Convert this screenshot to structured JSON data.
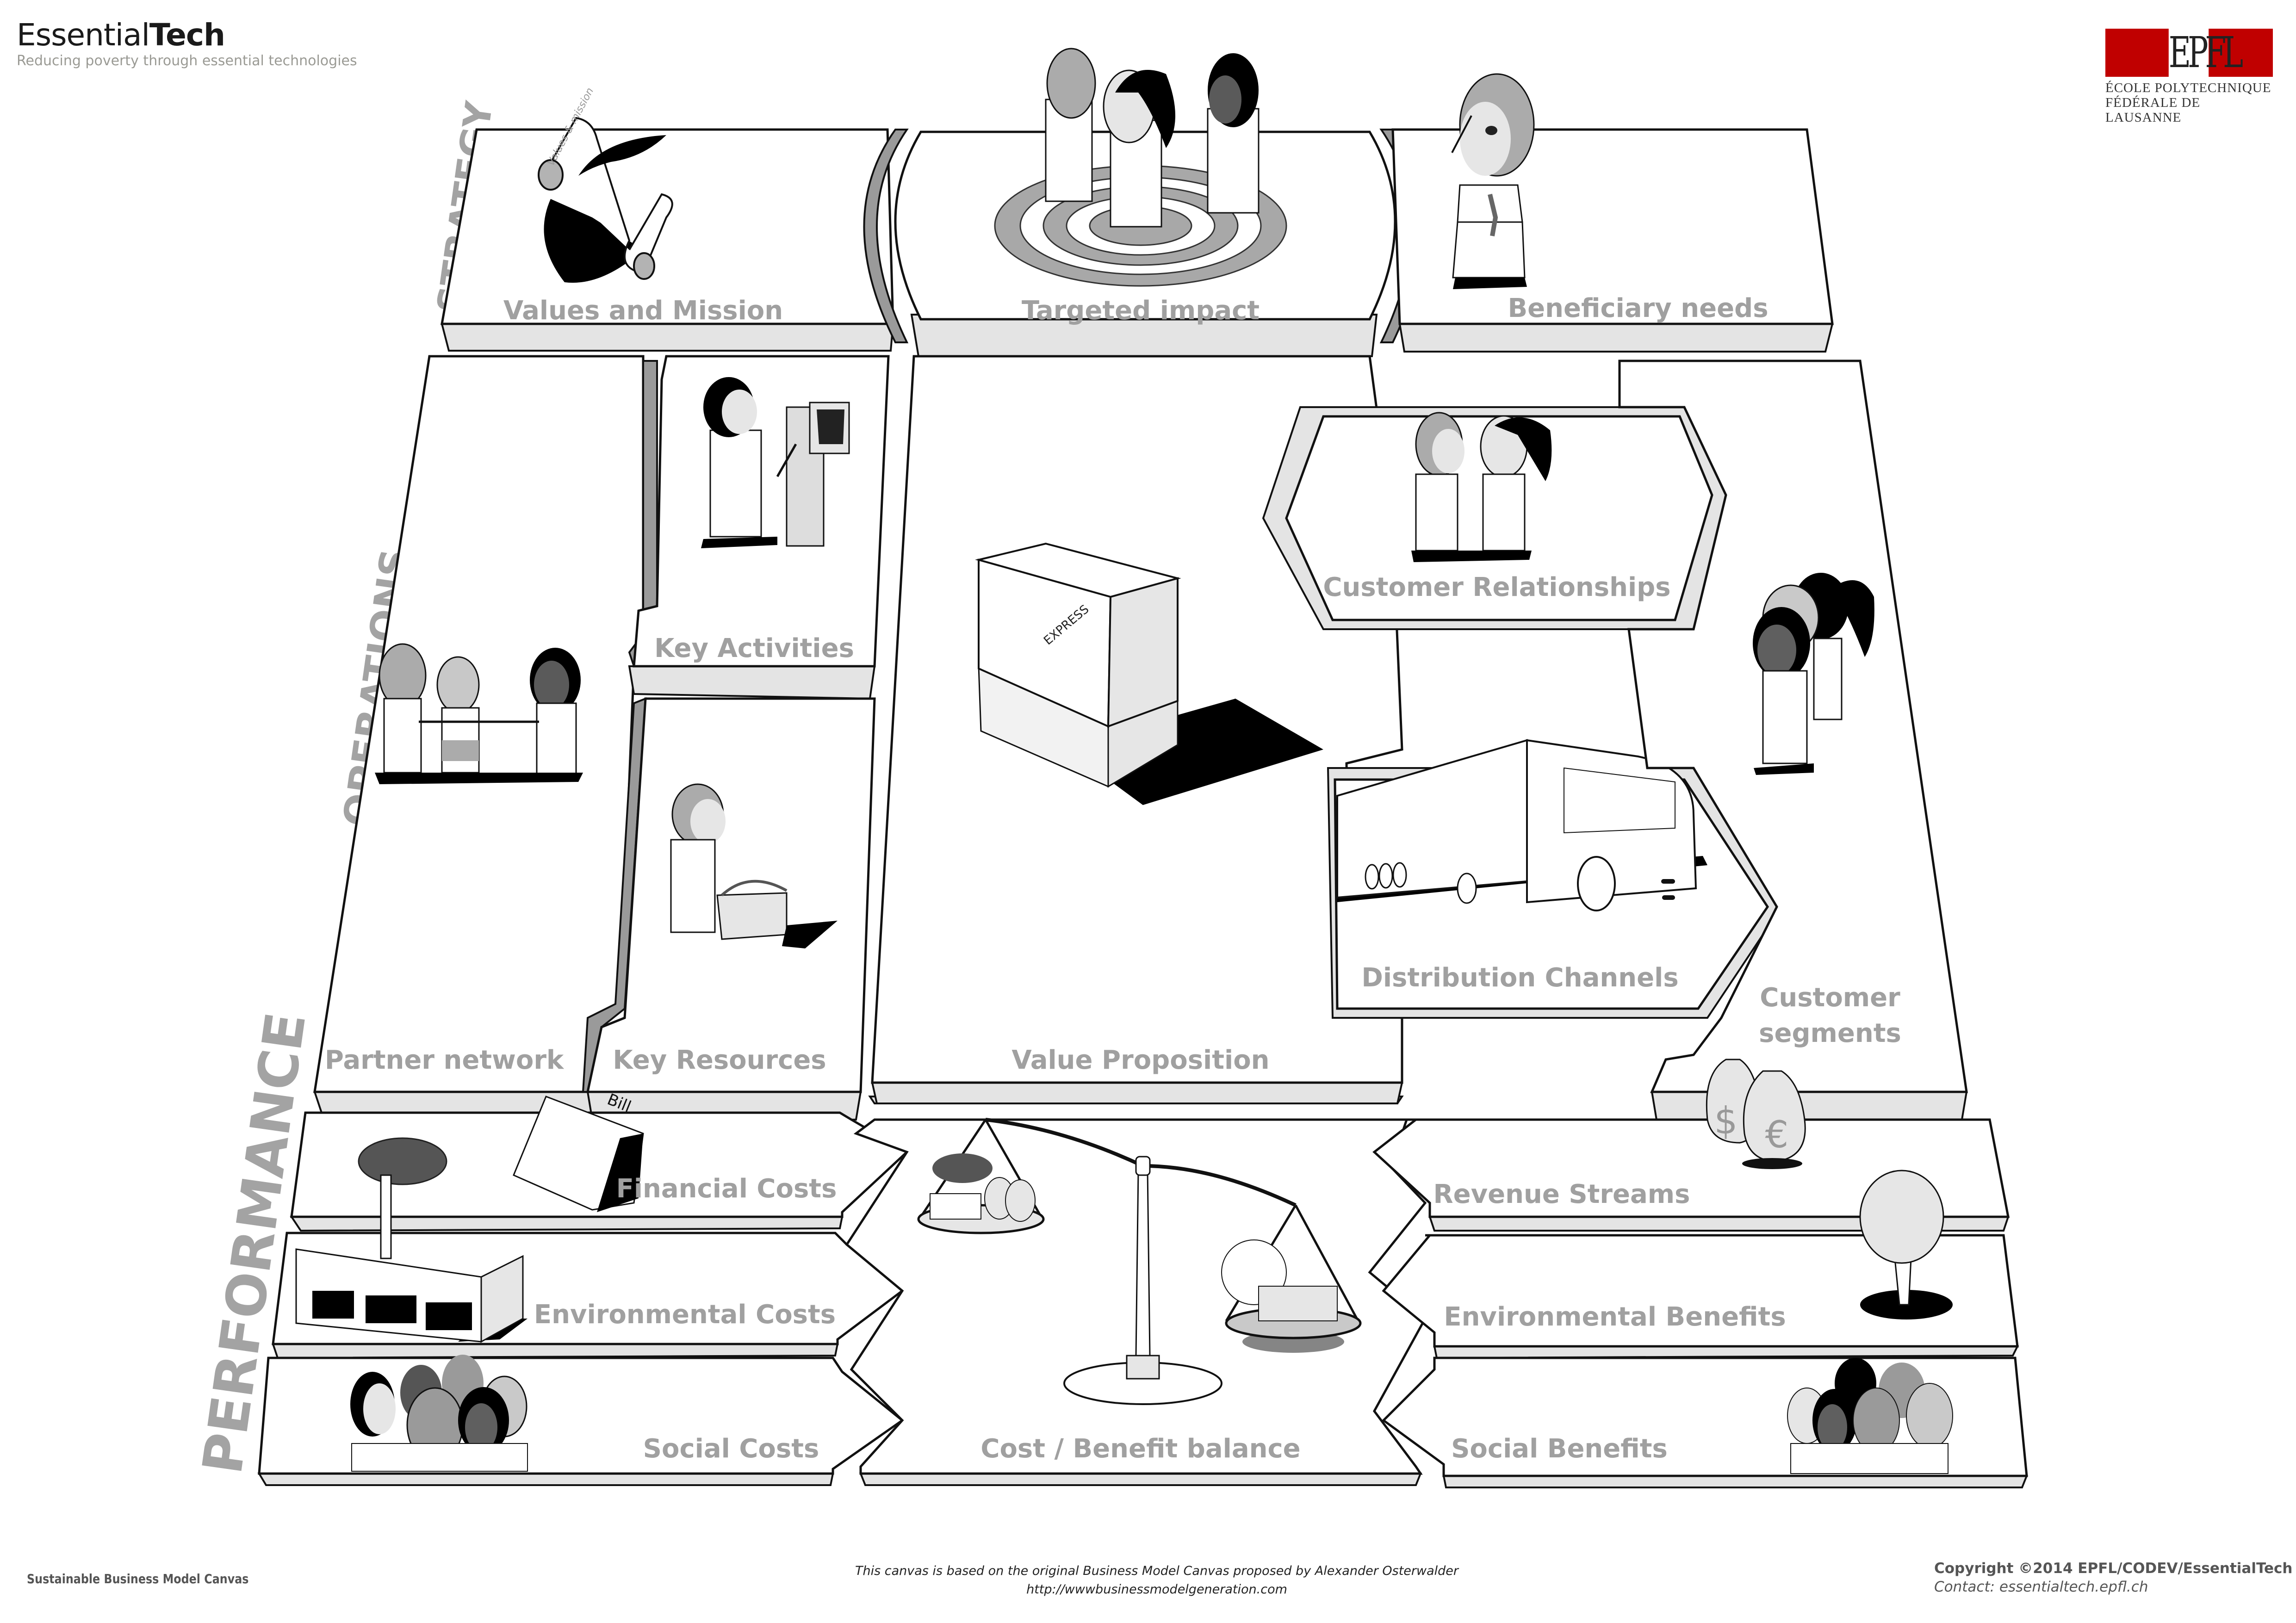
{
  "header": {
    "brand_regular": "Essential",
    "brand_bold": "Tech",
    "tagline": "Reducing poverty through essential technologies",
    "institution_logo": "EPFL",
    "institution_line1": "ÉCOLE POLYTECHNIQUE",
    "institution_line2": "FÉDÉRALE DE LAUSANNE",
    "logo_color": "#c00000"
  },
  "sections": {
    "strategy": "STRATEGY",
    "operations": "OPERATIONS",
    "performance": "PERFORMANCE"
  },
  "blocks": {
    "values_mission": {
      "label": "Values and Mission",
      "icon": "scroll-quill-icon",
      "scroll_text": "Values & mission"
    },
    "targeted_impact": {
      "label": "Targeted impact",
      "icon": "target-people-icon"
    },
    "beneficiary_needs": {
      "label": "Beneficiary needs",
      "icon": "speaking-person-icon"
    },
    "partner_network": {
      "label": "Partner network",
      "icon": "partners-handshake-icon"
    },
    "key_activities": {
      "label": "Key Activities",
      "icon": "technician-machine-icon"
    },
    "key_resources": {
      "label": "Key Resources",
      "icon": "toolbox-person-icon"
    },
    "value_proposition": {
      "label": "Value Proposition",
      "icon": "pallet-box-icon",
      "box_tag": "EXPRESS"
    },
    "customer_relationships": {
      "label": "Customer Relationships",
      "icon": "handshake-icon"
    },
    "distribution_channels": {
      "label": "Distribution Channels",
      "icon": "truck-icon"
    },
    "customer_segments": {
      "label_line1": "Customer",
      "label_line2": "segments",
      "icon": "queue-people-icon"
    },
    "financial_costs": {
      "label": "Financial Costs",
      "icon": "bill-icon",
      "bill_text": "Bill"
    },
    "environmental_costs": {
      "label": "Environmental Costs",
      "icon": "factory-smoke-icon"
    },
    "social_costs": {
      "label": "Social Costs",
      "icon": "sad-crowd-icon"
    },
    "cost_benefit_balance": {
      "label": "Cost / Benefit balance",
      "icon": "balance-scale-icon"
    },
    "revenue_streams": {
      "label": "Revenue Streams",
      "icon": "money-bags-icon",
      "currency_1": "$",
      "currency_2": "€"
    },
    "environmental_benefits": {
      "label": "Environmental Benefits",
      "icon": "tree-icon"
    },
    "social_benefits": {
      "label": "Social Benefits",
      "icon": "happy-crowd-icon"
    }
  },
  "footer": {
    "title": "Sustainable Business Model Canvas",
    "credit_line1": "This canvas is based on the original Business Model Canvas proposed by Alexander Osterwalder",
    "credit_line2": "http://wwwbusinessmodelgeneration.com",
    "copyright": "Copyright ©2014 EPFL/CODEV/EssentialTech",
    "contact": "Contact: essentialtech.epfl.ch"
  }
}
